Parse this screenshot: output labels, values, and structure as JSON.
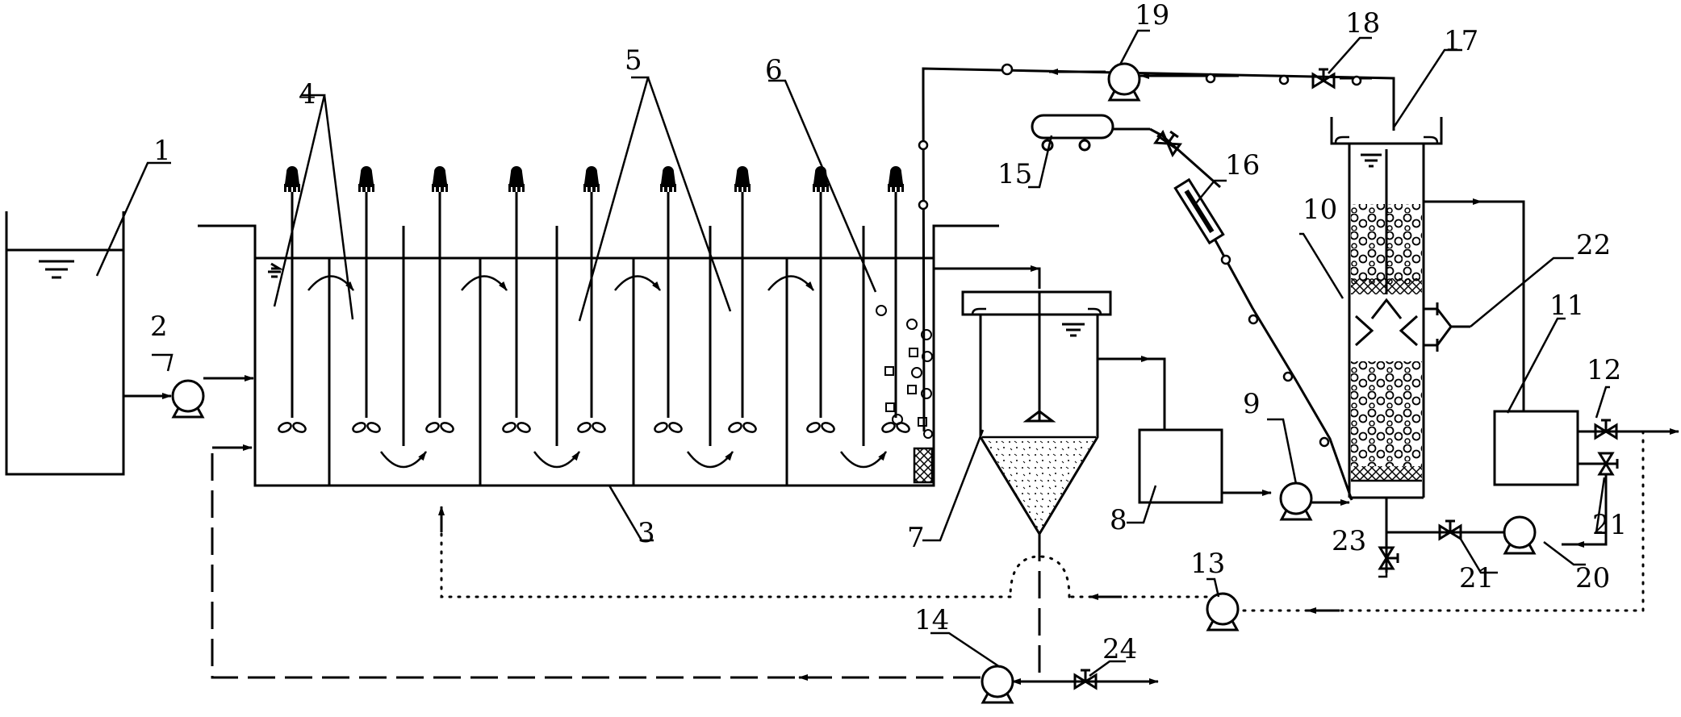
{
  "labels": [
    "1",
    "2",
    "3",
    "4",
    "5",
    "6",
    "7",
    "8",
    "9",
    "10",
    "11",
    "12",
    "13",
    "14",
    "15",
    "16",
    "17",
    "18",
    "19",
    "20",
    "21",
    "21",
    "22",
    "23",
    "24"
  ],
  "colors": {
    "line": "#000000",
    "background": "#ffffff"
  }
}
